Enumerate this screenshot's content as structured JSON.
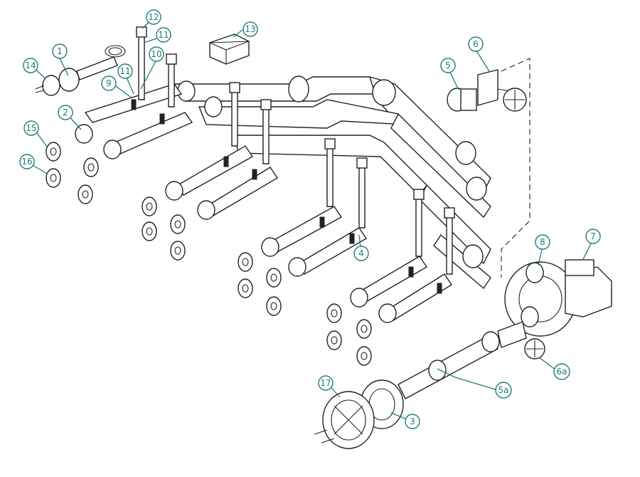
{
  "diagram": {
    "accent_color": "#1f7d7a",
    "line_color": "#222222",
    "callouts": [
      {
        "id": "c1",
        "label": "1"
      },
      {
        "id": "c2",
        "label": "2"
      },
      {
        "id": "c3",
        "label": "3"
      },
      {
        "id": "c4",
        "label": "4"
      },
      {
        "id": "c5",
        "label": "5"
      },
      {
        "id": "c5a",
        "label": "5a"
      },
      {
        "id": "c6",
        "label": "6"
      },
      {
        "id": "c6a",
        "label": "6a"
      },
      {
        "id": "c7",
        "label": "7"
      },
      {
        "id": "c8",
        "label": "8"
      },
      {
        "id": "c9",
        "label": "9"
      },
      {
        "id": "c10",
        "label": "10"
      },
      {
        "id": "c11a",
        "label": "11"
      },
      {
        "id": "c11b",
        "label": "11"
      },
      {
        "id": "c12",
        "label": "12"
      },
      {
        "id": "c13",
        "label": "13"
      },
      {
        "id": "c14",
        "label": "14"
      },
      {
        "id": "c15",
        "label": "15"
      },
      {
        "id": "c16",
        "label": "16"
      },
      {
        "id": "c17",
        "label": "17"
      }
    ]
  }
}
